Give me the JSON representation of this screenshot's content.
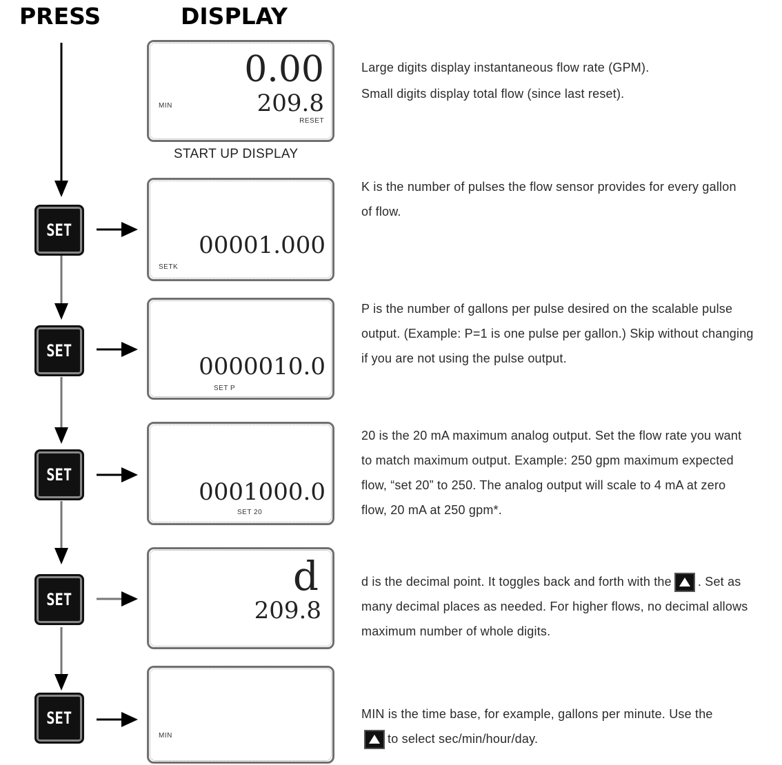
{
  "headers": {
    "press": "PRESS",
    "display": "DISPLAY"
  },
  "startup": {
    "big": "0.00",
    "total": "209.8",
    "unit": "MIN",
    "reset": "RESET",
    "caption": "START UP DISPLAY",
    "desc1": "Large digits display instantaneous flow rate (GPM).",
    "desc2": "Small digits display total flow (since last reset)."
  },
  "set_button_label": "SET",
  "step_k": {
    "value": "00001.000",
    "label": "SETK",
    "desc": "K is the number of pulses the flow sensor provides for every gallon of flow."
  },
  "step_p": {
    "value": "0000010.0",
    "label": "SET P",
    "desc": "P is the number of gallons per pulse desired on the scalable pulse output. (Example: P=1 is one pulse per gallon.) Skip without changing if you are not using the pulse output."
  },
  "step_20": {
    "value": "0001000.0",
    "label": "SET 20",
    "desc": "20 is the 20 mA maximum analog output. Set the flow rate you want to match maximum output. Example: 250 gpm maximum expected flow, “set 20” to 250. The analog output will scale to 4 mA at zero flow, 20 mA at 250 gpm*."
  },
  "step_d": {
    "value": "d",
    "total": "209.8",
    "desc_a": "d is the decimal point. It toggles back and forth with the",
    "desc_b": ". Set as many decimal places as needed. For higher flows, no decimal allows maximum number of whole digits."
  },
  "step_min": {
    "label": "MIN",
    "desc_a": "MIN is the time base, for example, gallons per minute. Use the",
    "desc_b": "to select sec/min/hour/day."
  },
  "icons": [
    "up-arrow-icon",
    "arrow-down-icon",
    "arrow-right-icon"
  ]
}
